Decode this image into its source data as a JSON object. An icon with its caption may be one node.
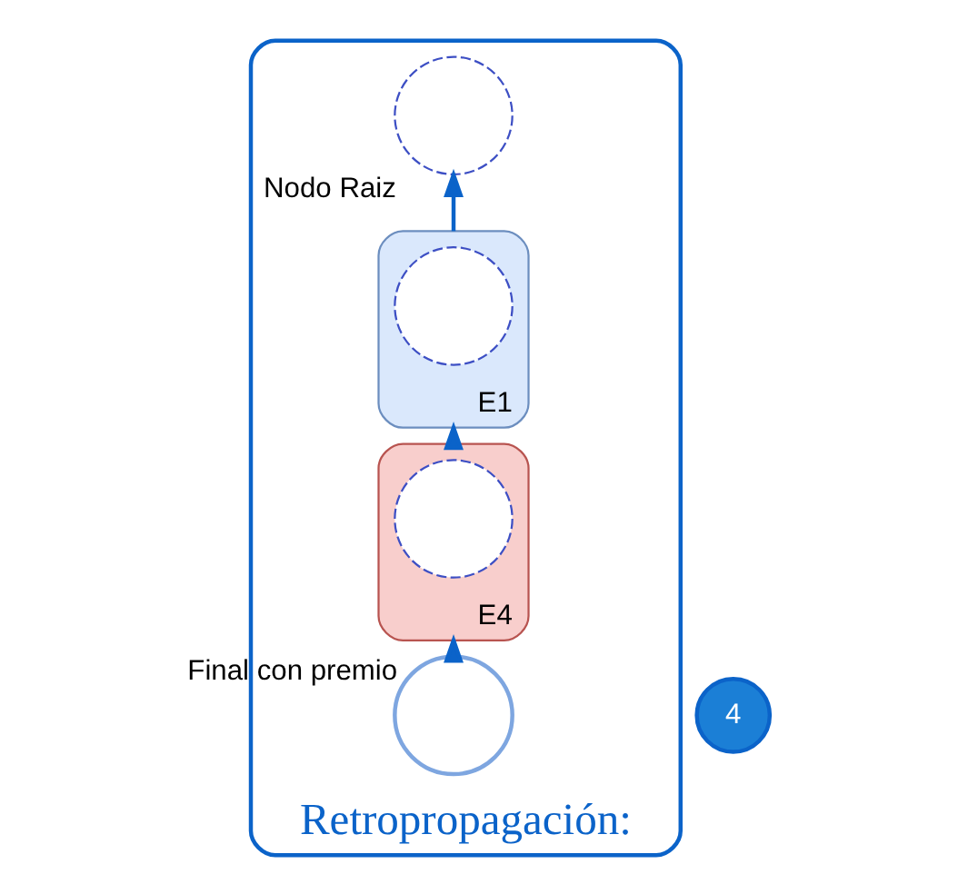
{
  "diagram": {
    "nodes": [
      {
        "text": [
          "Retropropagación:"
        ]
      },
      {
        "text": [
          "4"
        ]
      },
      {
        "text": [],
        "shape": "circle",
        "in": 0,
        "beside": [
          "Nodo Raiz"
        ]
      },
      {
        "text": [
          "E1"
        ],
        "in": 0
      },
      {
        "text": [],
        "shape": "circle",
        "in": 3
      },
      {
        "text": [
          "E4"
        ],
        "in": 0
      },
      {
        "text": [],
        "shape": "circle",
        "in": 5
      },
      {
        "text": [],
        "shape": "circle",
        "in": 0,
        "beside": [
          "Final con premio"
        ]
      }
    ],
    "edges": [
      {
        "from": 7,
        "to": 5,
        "arrow": "to"
      },
      {
        "from": 5,
        "to": 3,
        "arrow": "to"
      },
      {
        "from": 3,
        "to": 2,
        "arrow": "to"
      }
    ]
  }
}
